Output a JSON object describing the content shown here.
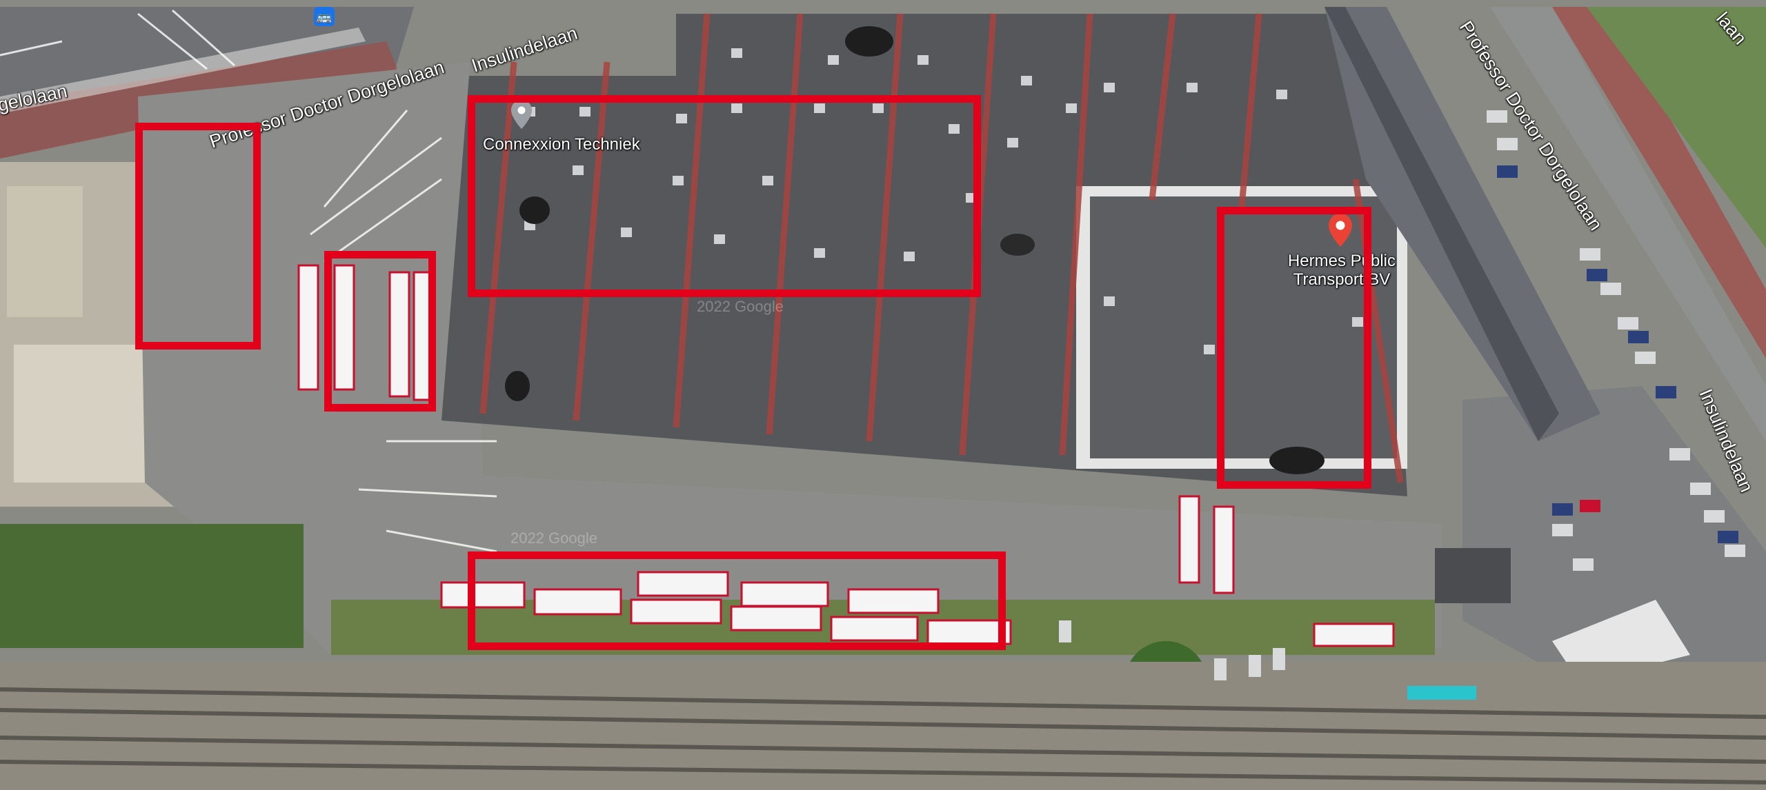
{
  "map": {
    "view": "satellite",
    "labels": {
      "street_dorgelolaan_left": "gelolaan",
      "street_dorgelolaan_top": "Professor Doctor Dorgelolaan",
      "street_insulindelaan_top": "Insulindelaan",
      "street_dorgelolaan_right": "Professor Doctor Dorgelolaan",
      "street_insulindelaan_right": "Insulindelaan",
      "street_corner": "laan"
    },
    "places": {
      "connexxion": {
        "line1": "Connexxion Techniek",
        "pin_color": "#9aa0a6"
      },
      "hermes": {
        "line1": "Hermes Public",
        "line2": "Transport BV",
        "pin_color": "#ea4335"
      }
    },
    "watermarks": [
      "2022 Google",
      "2022 Google"
    ],
    "transit_icon": "bus-stop-icon",
    "highlight_color": "#e3001b",
    "highlight_count": 5
  }
}
